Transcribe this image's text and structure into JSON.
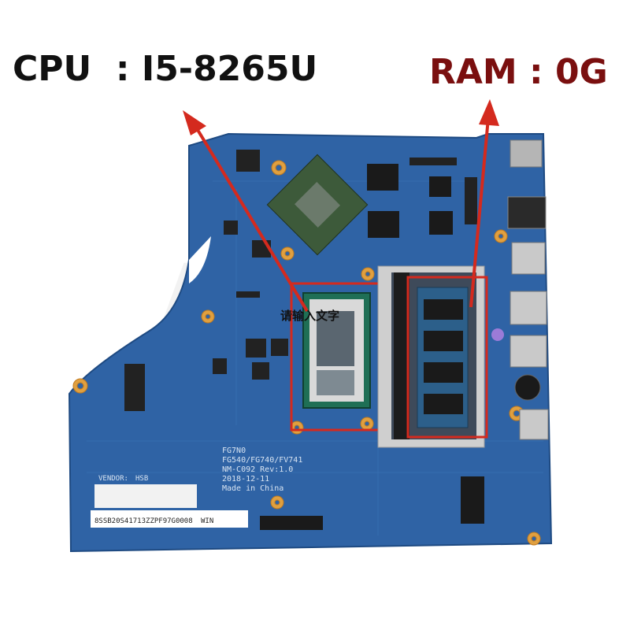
{
  "labels": {
    "cpu": "CPU  : I5-8265U",
    "ram": "RAM : 0G",
    "overlay_placeholder": "请输入文字"
  },
  "board_silkscreen": {
    "model_code": "FG7N0",
    "model_family": "FG540/FG740/FV741",
    "board_rev": "NM-C092 Rev:1.0",
    "date": "2018-12-11",
    "made_in": "Made in China",
    "vendor": "VENDOR:",
    "vendor_name": "HSB"
  },
  "sticker": {
    "serial": "8SSB20S41713ZZPF97G0008",
    "suffix": "WIN"
  },
  "colors": {
    "board": "#2f63a5",
    "highlight": "#d42a1e",
    "ram_label": "#7a0f0f",
    "cpu_label": "#111111"
  }
}
